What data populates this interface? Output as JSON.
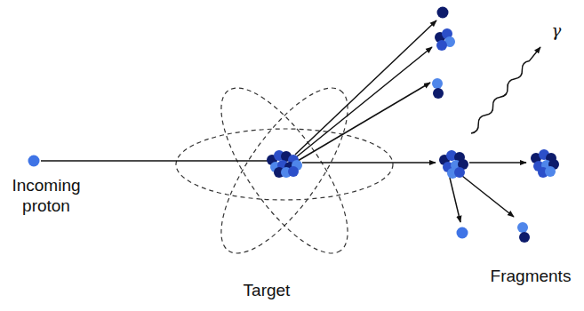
{
  "diagram": {
    "labels": [
      "Incoming proton",
      "Target",
      "Fragments",
      "γ"
    ]
  }
}
